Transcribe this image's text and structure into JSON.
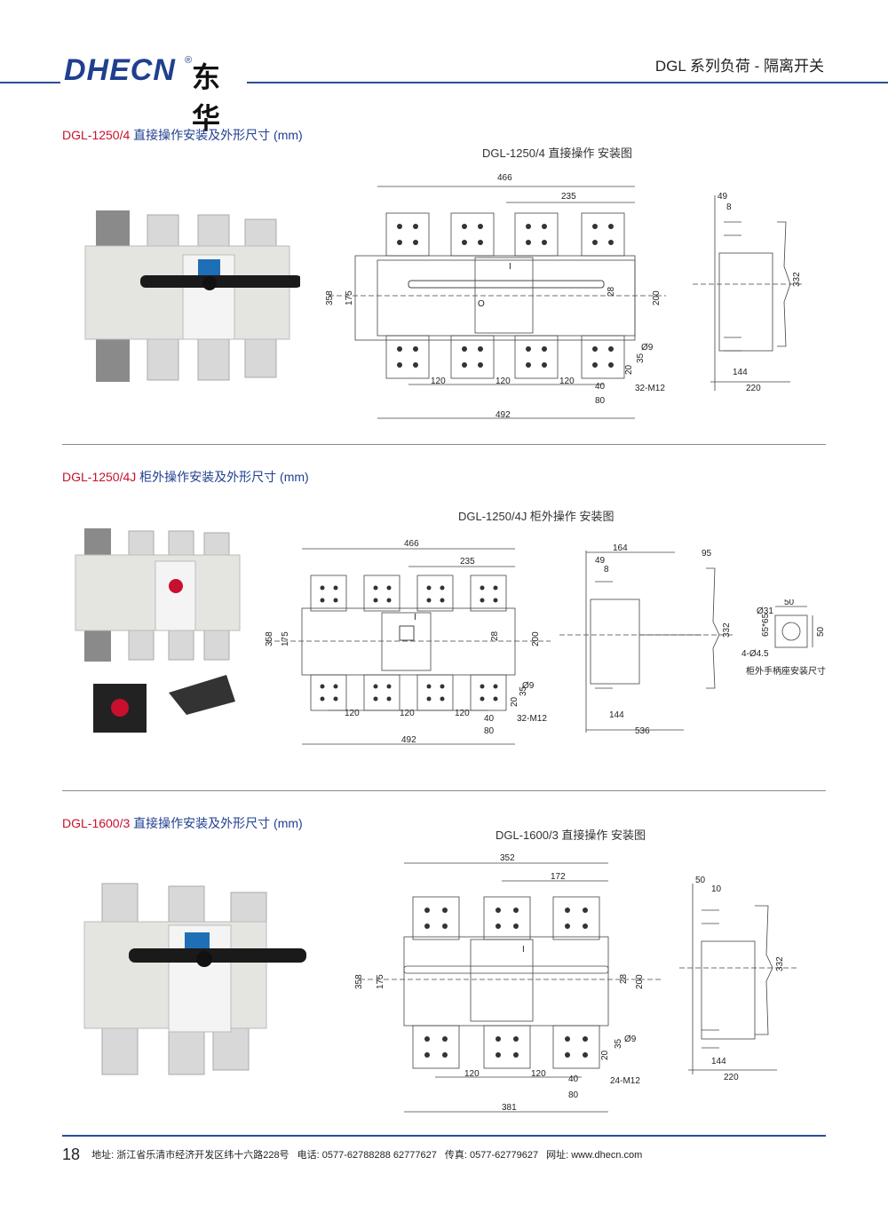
{
  "header": {
    "brand": "DHECN",
    "brand_cn": "东华",
    "reg": "®",
    "title": "DGL 系列负荷 - 隔离开关"
  },
  "sections": [
    {
      "model": "DGL-1250/4",
      "title_cn": " 直接操作安装及外形尺寸 (mm)",
      "diagram_title": "DGL-1250/4 直接操作 安装图",
      "front_dims": {
        "d466": "466",
        "d235": "235",
        "d358": "358",
        "d175": "175",
        "d200": "200",
        "d28": "28",
        "d120a": "120",
        "d120b": "120",
        "d120c": "120",
        "d40": "40",
        "d80": "80",
        "d492": "492",
        "d20": "20",
        "d35": "35",
        "phi9": "Ø9",
        "bolt": "32-M12",
        "I": "I",
        "O": "O"
      },
      "side_dims": {
        "d49": "49",
        "d8": "8",
        "d332": "332",
        "d144": "144",
        "d220": "220"
      }
    },
    {
      "model": "DGL-1250/4J",
      "title_cn": " 柜外操作安装及外形尺寸 (mm)",
      "diagram_title": "DGL-1250/4J 柜外操作 安装图",
      "front_dims": {
        "d466": "466",
        "d235": "235",
        "d358": "358",
        "d175": "175",
        "d200": "200",
        "d28": "28",
        "d120a": "120",
        "d120b": "120",
        "d120c": "120",
        "d40": "40",
        "d80": "80",
        "d492": "492",
        "d20": "20",
        "d35": "35",
        "phi9": "Ø9",
        "bolt": "32-M12",
        "I": "I"
      },
      "side_dims": {
        "d164": "164",
        "d49": "49",
        "d8": "8",
        "d332": "332",
        "d144": "144",
        "d536": "536",
        "d95": "95"
      },
      "mount": {
        "phi31": "Ø31",
        "d50a": "50",
        "d50b": "50",
        "d65": "65*65",
        "holes": "4-Ø4.5",
        "caption": "柜外手柄座安装尺寸"
      }
    },
    {
      "model": "DGL-1600/3",
      "title_cn": " 直接操作安装及外形尺寸 (mm)",
      "diagram_title": "DGL-1600/3 直接操作 安装图",
      "front_dims": {
        "d352": "352",
        "d172": "172",
        "d358": "358",
        "d175": "175",
        "d200": "200",
        "d28": "28",
        "d120a": "120",
        "d120b": "120",
        "d40": "40",
        "d80": "80",
        "d381": "381",
        "d20": "20",
        "d35": "35",
        "phi9": "Ø9",
        "bolt": "24-M12",
        "I": "I"
      },
      "side_dims": {
        "d50": "50",
        "d10": "10",
        "d332": "332",
        "d144": "144",
        "d220": "220"
      }
    }
  ],
  "footer": {
    "page": "18",
    "address": "地址:  浙江省乐清市经济开发区纬十六路228号",
    "phone": "电话:  0577-62788288    62777627",
    "fax": "传真:  0577-62779627",
    "web": "网址:  www.dhecn.com"
  }
}
